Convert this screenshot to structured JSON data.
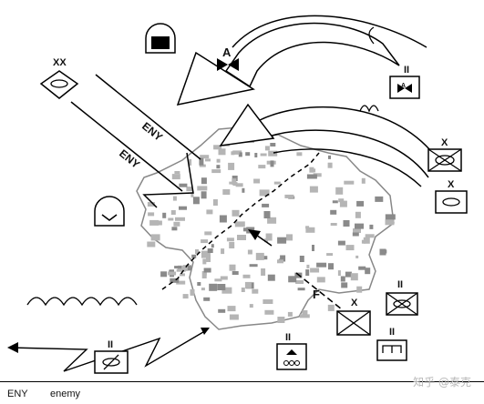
{
  "map": {
    "labels": {
      "eny_upper": "ENY",
      "eny_lower": "ENY",
      "division_echelon": "XX",
      "brigade_echelon": "X",
      "battalion_echelon": "II",
      "objective_a": "A",
      "objective_f": "F",
      "unit_a_letter": "A"
    }
  },
  "legend": {
    "abbreviation": "ENY",
    "meaning": "enemy"
  },
  "watermark": "知乎 @泰克"
}
